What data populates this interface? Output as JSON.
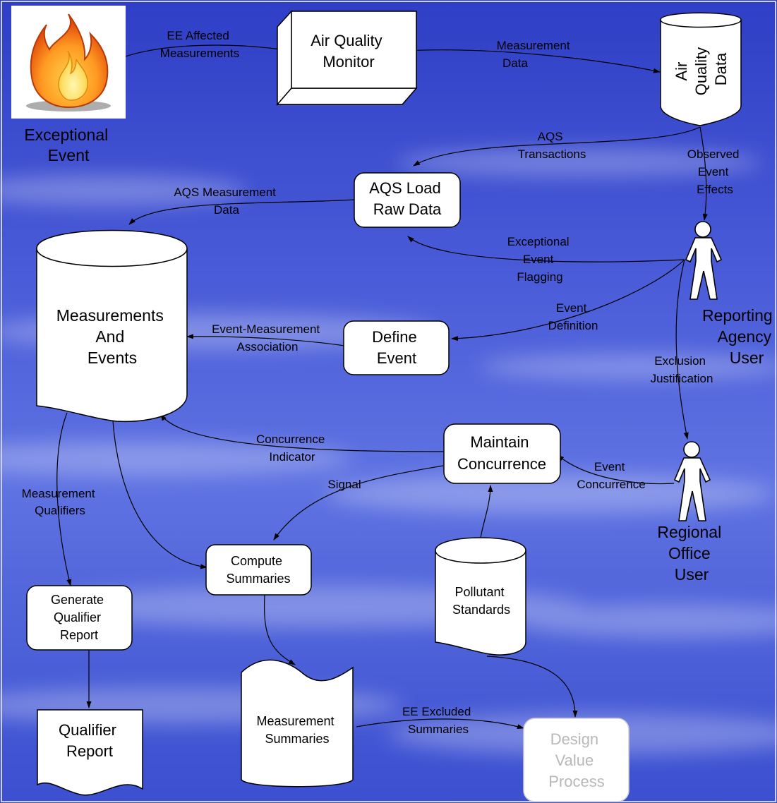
{
  "diagram": {
    "nodes": {
      "exceptional_event": [
        "Exceptional",
        "Event"
      ],
      "air_quality_monitor": [
        "Air Quality",
        "Monitor"
      ],
      "air_quality_data": [
        "Air",
        "Quality",
        "Data"
      ],
      "aqs_load_raw_data": [
        "AQS Load",
        "Raw Data"
      ],
      "measurements_and_events": [
        "Measurements",
        "And",
        "Events"
      ],
      "define_event": [
        "Define",
        "Event"
      ],
      "reporting_agency_user": [
        "Reporting",
        "Agency",
        "User"
      ],
      "maintain_concurrence": [
        "Maintain",
        "Concurrence"
      ],
      "regional_office_user": [
        "Regional",
        "Office",
        "User"
      ],
      "compute_summaries": [
        "Compute",
        "Summaries"
      ],
      "generate_qualifier_report": [
        "Generate",
        "Qualifier",
        "Report"
      ],
      "pollutant_standards": [
        "Pollutant",
        "Standards"
      ],
      "qualifier_report": [
        "Qualifier",
        "Report"
      ],
      "measurement_summaries": [
        "Measurement",
        "Summaries"
      ],
      "design_value_process": [
        "Design",
        "Value",
        "Process"
      ]
    },
    "edges": {
      "ee_affected_measurements": [
        "EE Affected",
        "Measurements"
      ],
      "measurement_data": [
        "Measurement",
        "Data"
      ],
      "aqs_transactions": [
        "AQS",
        "Transactions"
      ],
      "observed_event_effects": [
        "Observed",
        "Event",
        "Effects"
      ],
      "aqs_measurement_data": [
        "AQS Measurement",
        "Data"
      ],
      "exceptional_event_flagging": [
        "Exceptional",
        "Event",
        "Flagging"
      ],
      "event_definition": [
        "Event",
        "Definition"
      ],
      "event_measurement_association": [
        "Event-Measurement",
        "Association"
      ],
      "exclusion_justification": [
        "Exclusion",
        "Justification"
      ],
      "concurrence_indicator": [
        "Concurrence",
        "Indicator"
      ],
      "event_concurrence": [
        "Event",
        "Concurrence"
      ],
      "signal": [
        "Signal"
      ],
      "measurement_qualifiers": [
        "Measurement",
        "Qualifiers"
      ],
      "ee_excluded_summaries": [
        "EE Excluded",
        "Summaries"
      ]
    }
  },
  "colors": {
    "sky_top": "#2f41c8",
    "sky_mid": "#5a6ee0",
    "sky_bottom": "#3a4fcf",
    "node_fill": "#ffffff",
    "line": "#000000",
    "disabled_text": "#b8b8b8"
  }
}
